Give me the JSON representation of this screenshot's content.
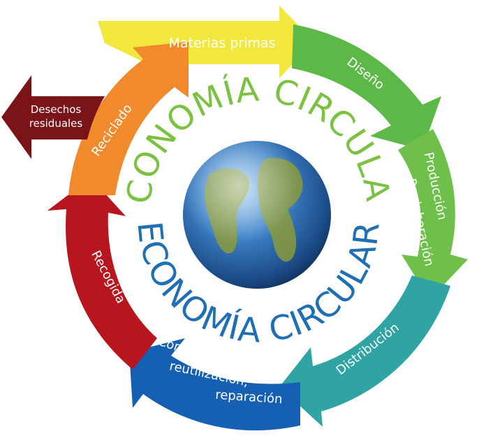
{
  "diagram": {
    "title_top": "ECONOMÍA CIRCULAR",
    "title_bottom": "ECONOMÍA CIRCULAR",
    "colors": {
      "title_top": "#7cc242",
      "title_bottom": "#1f6fb5",
      "materias": "#f2e73d",
      "diseno": "#5cb947",
      "produccion": "#6fc04a",
      "distribucion": "#2fa4a3",
      "consumo": "#1560b3",
      "recogida": "#b8161e",
      "reciclado": "#f08a2c",
      "desechos": "#7a1419"
    },
    "stages": {
      "materias": "Materias primas",
      "diseno": "Diseño",
      "produccion": "Producción",
      "reelaboracion": "Reelaboración",
      "distribucion": "Distribución",
      "consumo_1": "Consumo,",
      "consumo_2": "reutilización,",
      "consumo_3": "reparación",
      "recogida": "Recogida",
      "reciclado": "Reciclado",
      "desechos_1": "Desechos",
      "desechos_2": "residuales"
    }
  }
}
